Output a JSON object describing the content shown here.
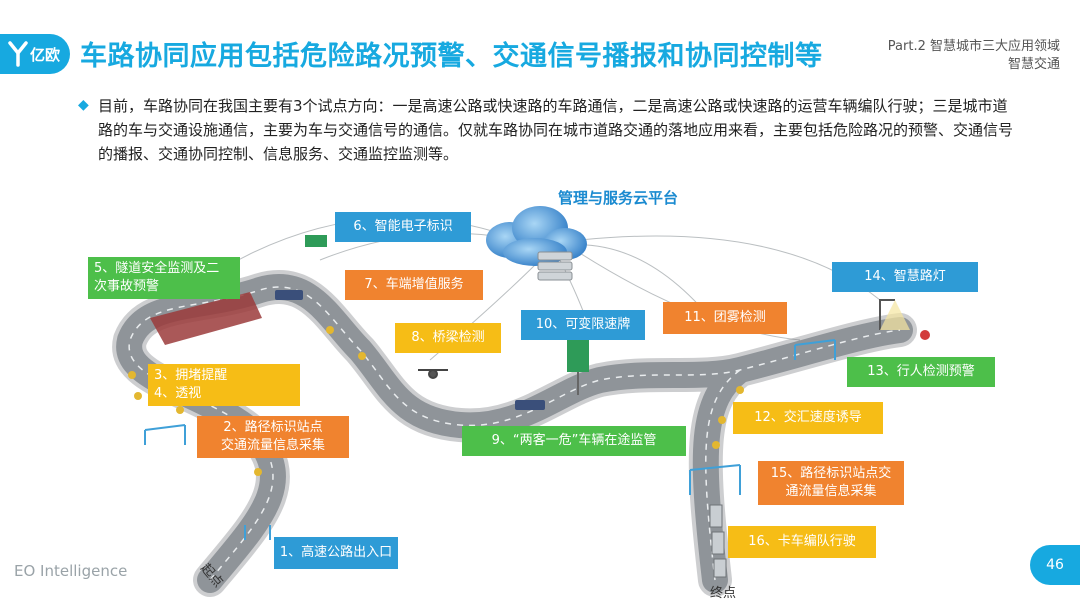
{
  "header": {
    "logo_text": "亿欧",
    "title": "车路协同应用包括危险路况预警、交通信号播报和协同控制等",
    "part_line1": "Part.2 智慧城市三大应用领域",
    "part_line2": "智慧交通"
  },
  "intro": {
    "text": "目前，车路协同在我国主要有3个试点方向：一是高速公路或快速路的车路通信，二是高速公路或快速路的运营车辆编队行驶；三是城市道路的车与交通设施通信，主要为车与交通信号的通信。仅就车路协同在城市道路交通的落地应用来看，主要包括危险路况的预警、交通信号的播报、交通协同控制、信息服务、交通监控监测等。"
  },
  "diagram": {
    "cloud_title": "管理与服务云平台",
    "start_label": "起点",
    "end_label": "终点",
    "labels": [
      {
        "id": "l1",
        "text": "1、高速公路出入口",
        "color": "blue"
      },
      {
        "id": "l2a",
        "text": "2、路径标识站点",
        "color": "orange"
      },
      {
        "id": "l2b",
        "text": "交通流量信息采集",
        "color": "orange"
      },
      {
        "id": "l3a",
        "text": "3、拥堵提醒",
        "color": "yellow"
      },
      {
        "id": "l3b",
        "text": "4、透视",
        "color": "yellow"
      },
      {
        "id": "l5a",
        "text": "5、隧道安全监测及二",
        "color": "green"
      },
      {
        "id": "l5b",
        "text": "次事故预警",
        "color": "green"
      },
      {
        "id": "l6",
        "text": "6、智能电子标识",
        "color": "blue"
      },
      {
        "id": "l7",
        "text": "7、车端增值服务",
        "color": "orange"
      },
      {
        "id": "l8",
        "text": "8、桥梁检测",
        "color": "yellow"
      },
      {
        "id": "l9",
        "text": "9、“两客一危”车辆在途监管",
        "color": "green"
      },
      {
        "id": "l10",
        "text": "10、可变限速牌",
        "color": "blue"
      },
      {
        "id": "l11",
        "text": "11、团雾检测",
        "color": "orange"
      },
      {
        "id": "l12",
        "text": "12、交汇速度诱导",
        "color": "yellow"
      },
      {
        "id": "l13",
        "text": "13、行人检测预警",
        "color": "green"
      },
      {
        "id": "l14",
        "text": "14、智慧路灯",
        "color": "blue"
      },
      {
        "id": "l15a",
        "text": "15、路径标识站点交",
        "color": "orange"
      },
      {
        "id": "l15b",
        "text": "通流量信息采集",
        "color": "orange"
      },
      {
        "id": "l16",
        "text": "16、卡车编队行驶",
        "color": "yellow"
      }
    ]
  },
  "footer": {
    "brand": "EO Intelligence",
    "page": "46"
  },
  "colors": {
    "accent": "#17a9e0",
    "blue": "#2e9bd6",
    "green": "#4dbf4a",
    "orange": "#f0832f",
    "yellow": "#f6bd16",
    "road": "#8a8f94"
  }
}
